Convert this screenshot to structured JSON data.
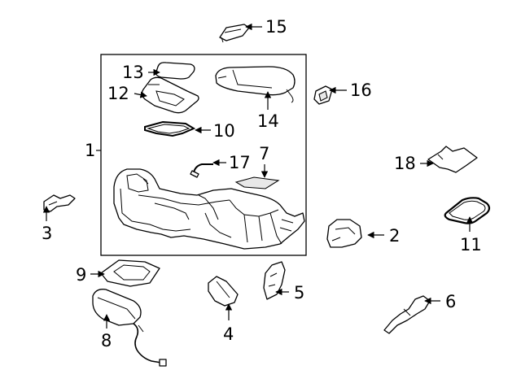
{
  "diagram": {
    "callouts": [
      {
        "id": "1",
        "label": "1"
      },
      {
        "id": "2",
        "label": "2"
      },
      {
        "id": "3",
        "label": "3"
      },
      {
        "id": "4",
        "label": "4"
      },
      {
        "id": "5",
        "label": "5"
      },
      {
        "id": "6",
        "label": "6"
      },
      {
        "id": "7",
        "label": "7"
      },
      {
        "id": "8",
        "label": "8"
      },
      {
        "id": "9",
        "label": "9"
      },
      {
        "id": "10",
        "label": "10"
      },
      {
        "id": "11",
        "label": "11"
      },
      {
        "id": "12",
        "label": "12"
      },
      {
        "id": "13",
        "label": "13"
      },
      {
        "id": "14",
        "label": "14"
      },
      {
        "id": "15",
        "label": "15"
      },
      {
        "id": "16",
        "label": "16"
      },
      {
        "id": "17",
        "label": "17"
      },
      {
        "id": "18",
        "label": "18"
      }
    ],
    "colors": {
      "line": "#000000",
      "background": "#ffffff",
      "shade": "#e8e8e8"
    }
  }
}
